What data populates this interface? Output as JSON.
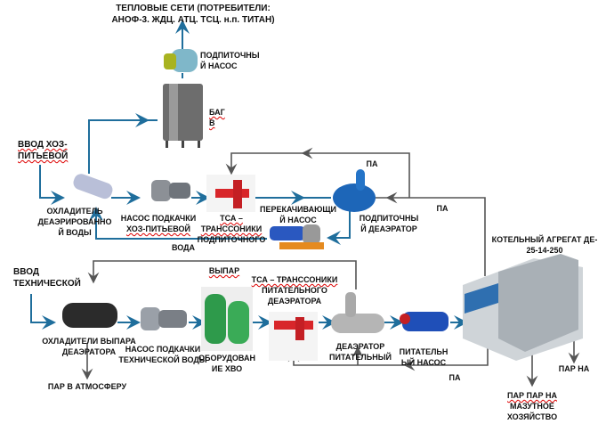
{
  "title": {
    "line1": "ТЕПЛОВЫЕ СЕТИ (ПОТРЕБИТЕЛИ:",
    "line2": "АНОФ-3. ЖДЦ. АТЦ. ТСЦ. н.п. ТИТАН)"
  },
  "colors": {
    "water": "#1f6e9c",
    "steam": "#555555"
  },
  "labels": {
    "makeup_pump_top": [
      "ПОДПИТОЧНЫ",
      "Й НАСОС"
    ],
    "bag": [
      "БАГ",
      "В"
    ],
    "input_potable": [
      "ВВОД ХОЗ-",
      "ПИТЬЕВОЙ"
    ],
    "cooler_deaerated": [
      "ОХЛАДИТЕЛЬ",
      "ДЕАЭРИРОВАННО",
      "Й ВОДЫ"
    ],
    "pump_potable": [
      "НАСОС ПОДКАЧКИ",
      "ХОЗ-ПИТЬЕВОЙ"
    ],
    "tsa_makeup": [
      "ТСА –",
      "ТРАНССОНИКИ",
      "ПОДПИТОЧНОГО"
    ],
    "transfer_pump": [
      "ПЕРЕКАЧИВАЮЩИ",
      "Й НАСОС"
    ],
    "pa_top": "ПА",
    "makeup_deaerator": [
      "ПОДПИТОЧНЫ",
      "Й ДЕАЭРАТОР"
    ],
    "pa_right": "ПА",
    "water": "ВОДА",
    "boiler": [
      "КОТЕЛЬНЫЙ АГРЕГАТ ДЕ-",
      "25-14-250"
    ],
    "vypar": "ВЫПАР",
    "input_technical": [
      "ВВОД",
      "ТЕХНИЧЕСКОЙ"
    ],
    "tsa_feed": [
      "ТСА – ТРАНССОНИКИ",
      "ПИТАТЕЛЬНОГО",
      "ДЕАЭРАТОРА"
    ],
    "cooler_vapor": [
      "ОХЛАДИТЕЛИ ВЫПАРА",
      "ДЕАЭРАТОРА"
    ],
    "pump_technical": [
      "НАСОС ПОДКАЧКИ",
      "ТЕХНИЧЕСКОЙ ВОДЫ"
    ],
    "hvo": [
      "ОБОРУДОВАН",
      "ИЕ ХВО"
    ],
    "feed_deaerator": [
      "ДЕАЭРАТОР",
      "ПИТАТЕЛЬНЫЙ"
    ],
    "feed_pump": [
      "ПИТАТЕЛЬН",
      "ЫЙ НАСОС"
    ],
    "steam_atmosphere": "ПАР В АТМОСФЕРУ",
    "pa_bottom": "ПА",
    "steam_to": "ПАР НА",
    "steam_fuel_oil": [
      "ПАР ПАР НА",
      "МАЗУТНОЕ",
      "ХОЗЯЙСТВО"
    ]
  }
}
